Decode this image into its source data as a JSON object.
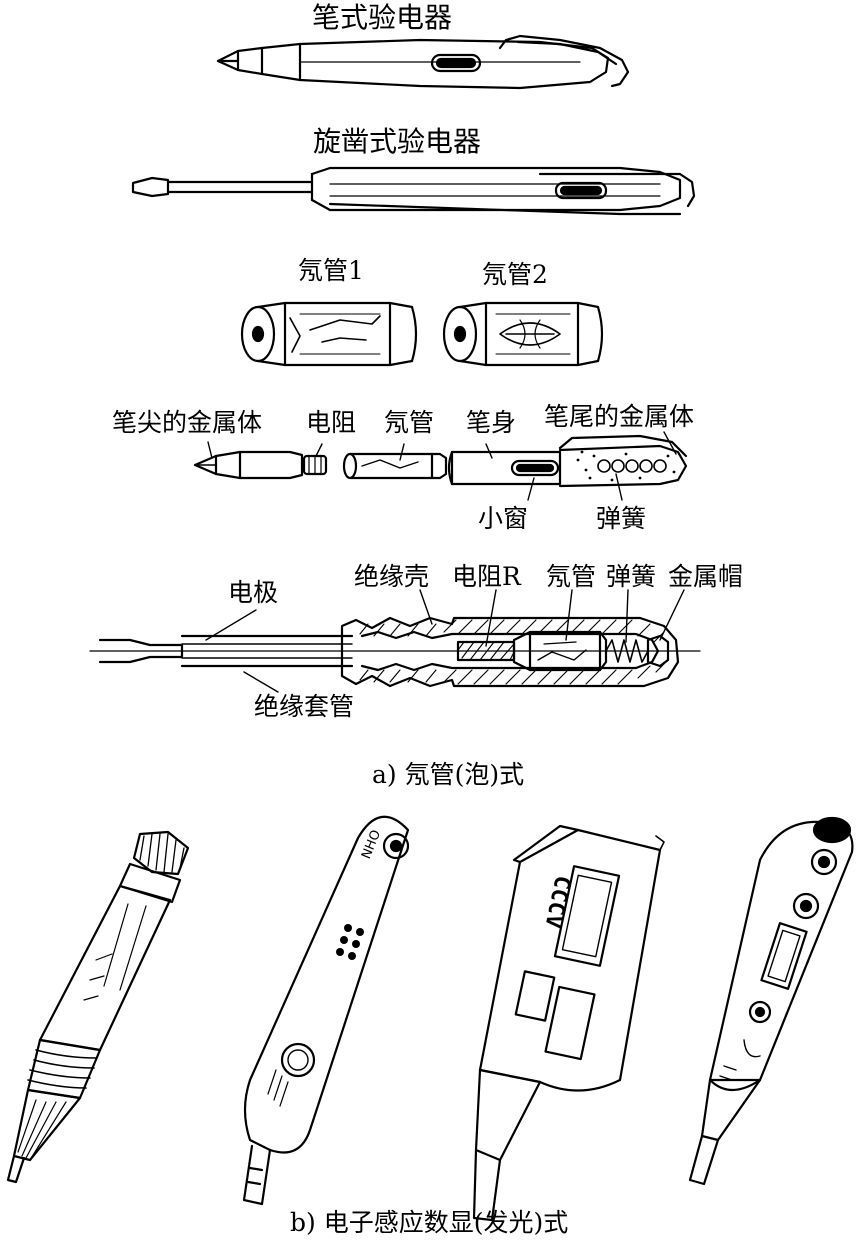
{
  "part_a": {
    "pen_tester_title": "笔式验电器",
    "screwdriver_tester_title": "旋凿式验电器",
    "neon_tube_1": "氖管1",
    "neon_tube_2": "氖管2",
    "exploded_labels": {
      "tip_metal": "笔尖的金属体",
      "resistor": "电阻",
      "neon_tube": "氖管",
      "pen_body": "笔身",
      "tail_metal": "笔尾的金属体",
      "small_window": "小窗",
      "spring": "弹簧"
    },
    "section_labels": {
      "electrode": "电极",
      "insulating_shell": "绝缘壳",
      "resistor_r": "电阻R",
      "neon_tube": "氖管",
      "spring": "弹簧",
      "metal_cap": "金属帽",
      "insulating_sleeve": "绝缘套管"
    },
    "caption": "a) 氖管(泡)式"
  },
  "part_b": {
    "caption": "b) 电子感应数显(发光)式",
    "card_tester_text": "NHO",
    "lcd_text": "CCCV"
  }
}
